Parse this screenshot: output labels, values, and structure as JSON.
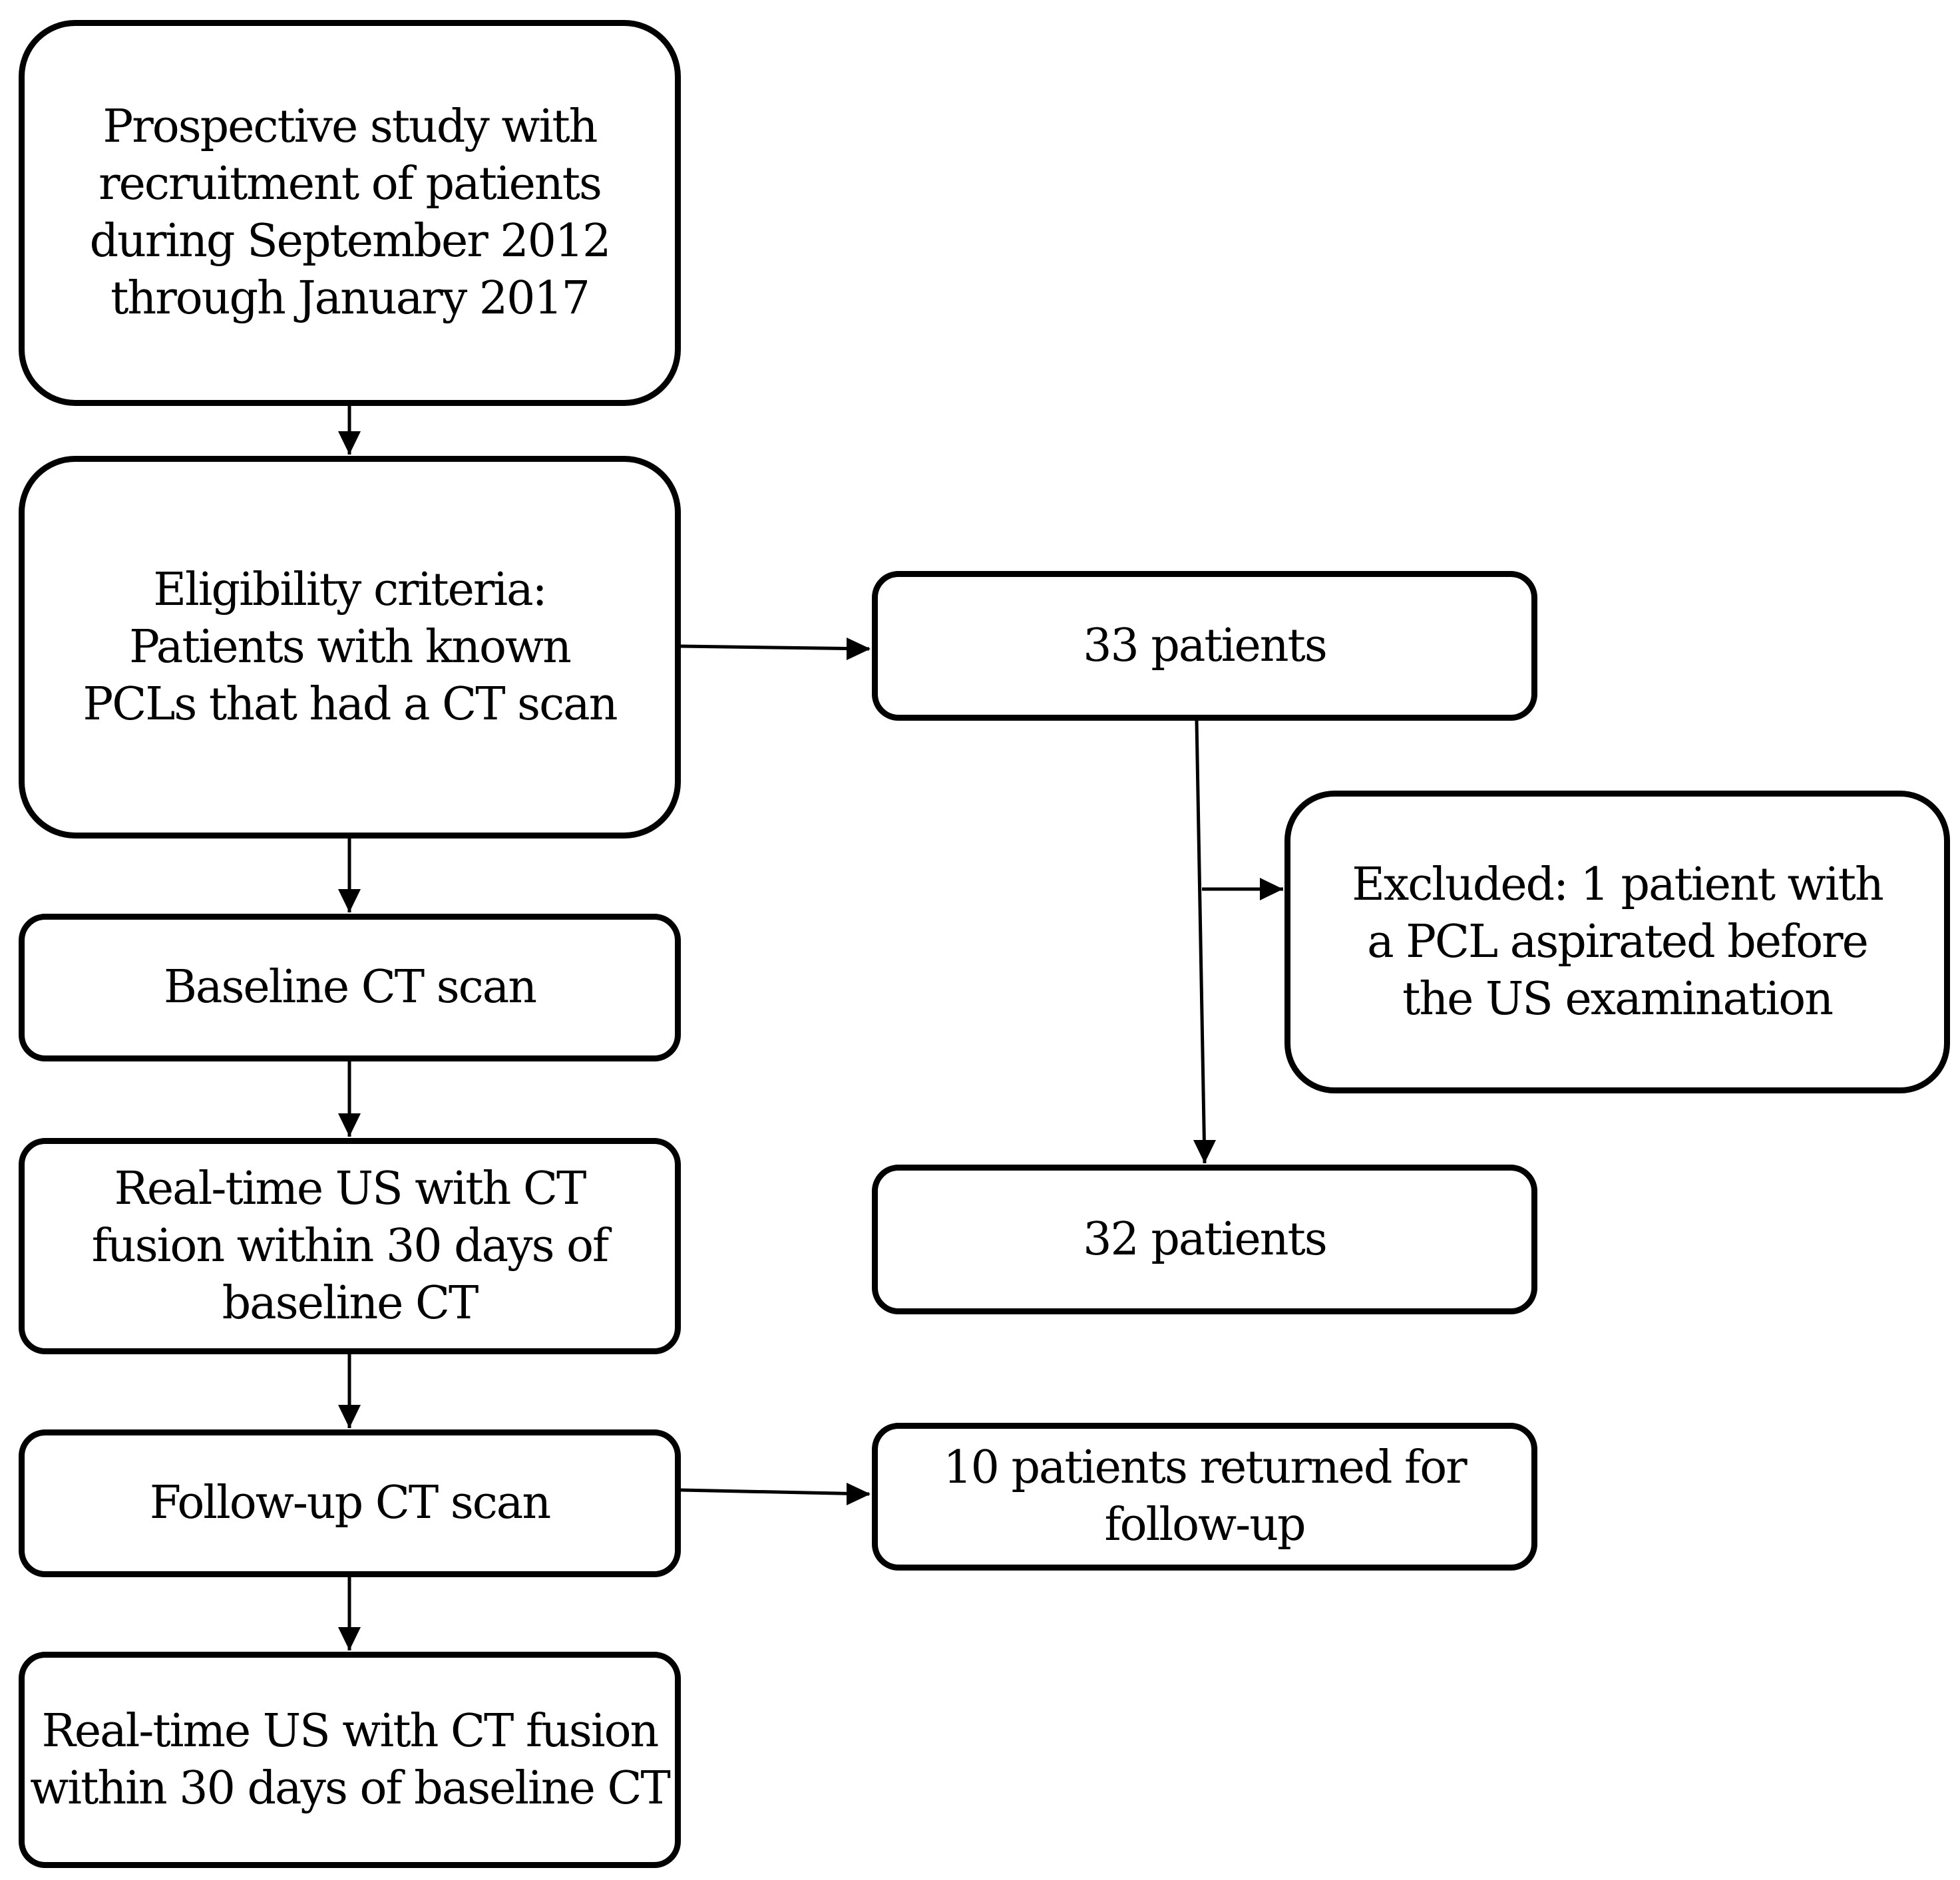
{
  "flowchart": {
    "study_box": "Prospective study with\nrecruitment of patients\nduring September 2012\nthrough January 2017",
    "eligibility_box": "Eligibility criteria:\nPatients with known\nPCLs that had a CT scan",
    "baseline_ct_box": "Baseline CT scan",
    "realtime_us_box": "Real-time US with CT\nfusion within 30 days of\nbaseline CT",
    "followup_ct_box": "Follow-up CT scan",
    "realtime_us_followup_box": "Real-time US with CT fusion\nwithin 30 days of baseline CT",
    "patients_33_box": "33 patients",
    "excluded_box": "Excluded: 1 patient with\na PCL aspirated before\nthe US examination",
    "patients_32_box": "32 patients",
    "followup_returned_box": "10 patients returned for\nfollow-up"
  },
  "colors": {
    "stroke": "#000000",
    "background": "#ffffff"
  }
}
